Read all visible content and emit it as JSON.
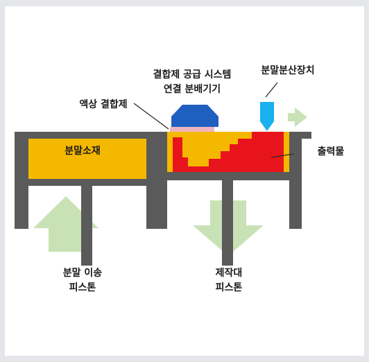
{
  "labels": {
    "binder_supply_line1": "결합제 공급 시스템",
    "binder_supply_line2": "연결 분배기기",
    "powder_spreader": "분말분산장치",
    "liquid_binder": "액상 결합제",
    "powder_material": "분말소재",
    "printed_part": "출력물",
    "powder_piston_line1": "분말 이송",
    "powder_piston_line2": "피스톤",
    "build_piston_line1": "제작대",
    "build_piston_line2": "피스톤"
  },
  "colors": {
    "page_background": "#e5e6ea",
    "frame": "#ffffff",
    "structure": "#5a5a5a",
    "powder": "#f5b800",
    "printed_part": "#e8141c",
    "binder_layer": "#f0b4c0",
    "print_head": "#1f5fbf",
    "spreader": "#1ab0ee",
    "arrow_green": "#c8e2b6",
    "leader_line": "#2a2a2a"
  },
  "icons": {
    "spreader_move": "right-arrow-icon",
    "powder_piston_motion": "up-arrow-icon",
    "build_piston_motion": "down-arrow-icon"
  }
}
